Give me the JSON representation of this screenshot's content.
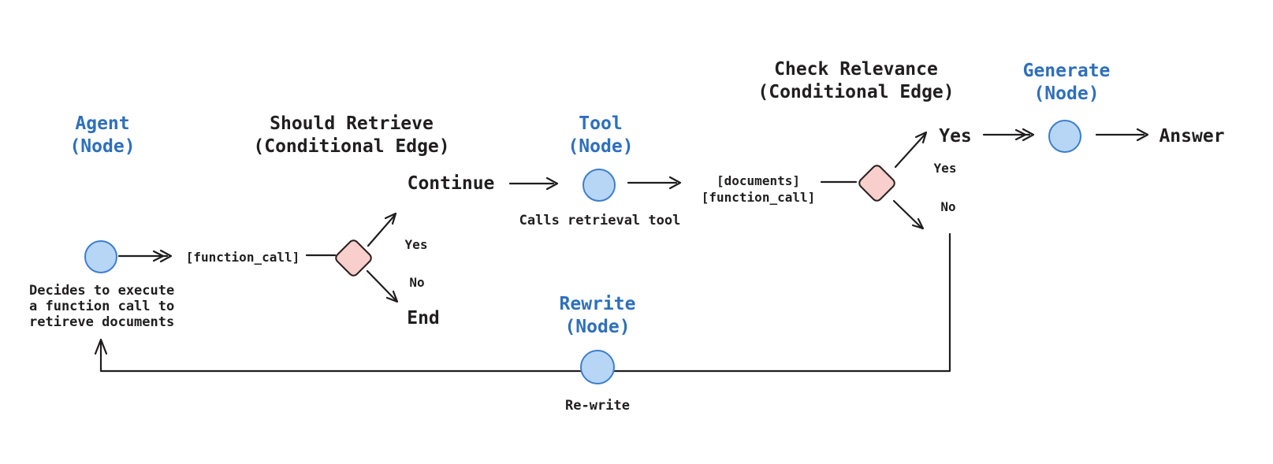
{
  "titles": {
    "agent": "Agent\n(Node)",
    "should_retrieve": "Should Retrieve\n(Conditional Edge)",
    "tool": "Tool\n(Node)",
    "check_relevance": "Check Relevance\n(Conditional Edge)",
    "generate": "Generate\n(Node)",
    "rewrite": "Rewrite\n(Node)"
  },
  "labels": {
    "function_call": "[function_call]",
    "documents_function_call": "[documents]\n[function_call]",
    "continue": "Continue",
    "end": "End",
    "yes_big": "Yes",
    "answer": "Answer",
    "should_retrieve_yes": "Yes",
    "should_retrieve_no": "No",
    "check_relevance_yes": "Yes",
    "check_relevance_no": "No"
  },
  "captions": {
    "agent": "Decides to execute\na function call to\nretireve documents",
    "tool": "Calls retrieval tool",
    "rewrite": "Re-write"
  },
  "colors": {
    "node_fill": "#b7d6f6",
    "node_stroke": "#3d7ecb",
    "diamond_fill": "#f8cfcc",
    "diamond_stroke": "#29211f",
    "blue_text": "#2e6fbd",
    "dark_text": "#201e1e",
    "edge_color": "#1f1d1d",
    "bg": "#ffffff"
  }
}
